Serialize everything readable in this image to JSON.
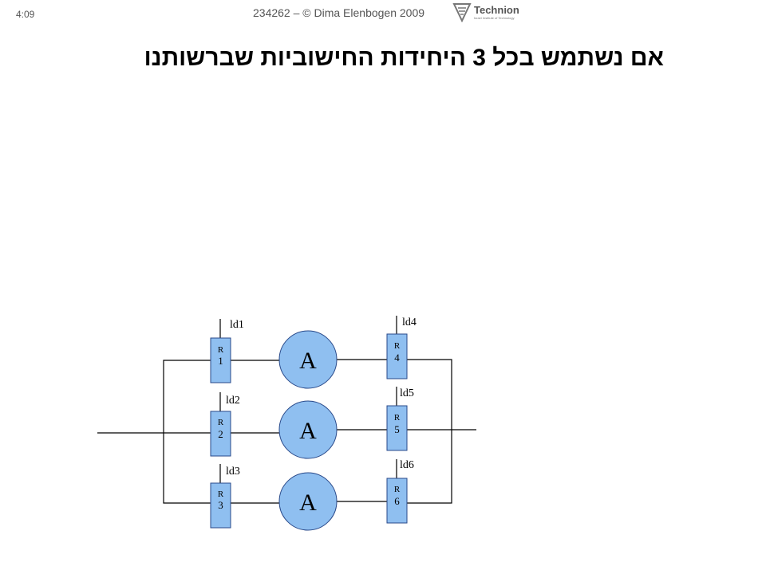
{
  "header": {
    "time": "4:09",
    "course": "234262 – © Dima Elenbogen 2009",
    "logo_text": "Technion",
    "logo_subtitle": "Israel Institute of Technology"
  },
  "title": "אם נשתמש בכל 3 היחידות החישוביות שברשותנו",
  "diagram": {
    "colors": {
      "fill": "#8fbff0",
      "stroke": "#2a4a8a",
      "wire": "#000000"
    },
    "left_registers": [
      {
        "top": "R",
        "num": "1",
        "ld": "ld1"
      },
      {
        "top": "R",
        "num": "2",
        "ld": "ld2"
      },
      {
        "top": "R",
        "num": "3",
        "ld": "ld3"
      }
    ],
    "right_registers": [
      {
        "top": "R",
        "num": "4",
        "ld": "ld4"
      },
      {
        "top": "R",
        "num": "5",
        "ld": "ld5"
      },
      {
        "top": "R",
        "num": "6",
        "ld": "ld6"
      }
    ],
    "units": [
      {
        "label": "A"
      },
      {
        "label": "A"
      },
      {
        "label": "A"
      }
    ]
  }
}
